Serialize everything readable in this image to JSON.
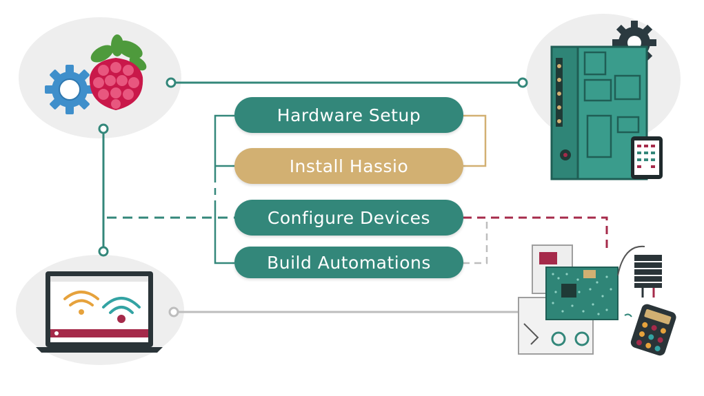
{
  "steps": [
    {
      "label": "Hardware Setup",
      "color": "#33877a"
    },
    {
      "label": "Install Hassio",
      "color": "#d2b072"
    },
    {
      "label": "Configure Devices",
      "color": "#33877a"
    },
    {
      "label": "Build Automations",
      "color": "#33877a"
    }
  ],
  "colors": {
    "teal": "#33877a",
    "gold": "#d2b072",
    "crimson": "#a52a4a",
    "grey": "#bdbdbd",
    "circle_bg": "#eeeeee"
  },
  "icons": [
    "raspberry-pi-icon",
    "gear-icon",
    "server-panel-icon",
    "laptop-wifi-icon",
    "circuit-board-icon",
    "remote-control-icon"
  ]
}
